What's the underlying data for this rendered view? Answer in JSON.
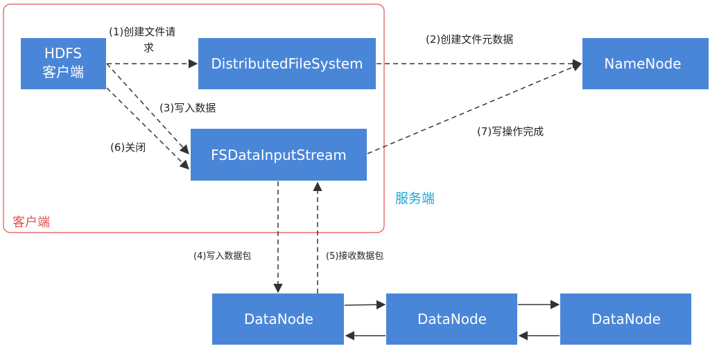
{
  "colors": {
    "node_fill": "#4a86d8",
    "node_text": "#ffffff",
    "client_region": "#e05050",
    "server_label": "#1aa7d6",
    "arrow": "#333333"
  },
  "nodes": {
    "hdfs_client": [
      "HDFS",
      "客户端"
    ],
    "distributed_fs": "DistributedFileSystem",
    "namenode": "NameNode",
    "fs_stream": "FSDataInputStream",
    "datanode_1": "DataNode",
    "datanode_2": "DataNode",
    "datanode_3": "DataNode"
  },
  "regions": {
    "client": "客户端",
    "server": "服务端"
  },
  "steps": {
    "step1": [
      "(1)创建文件请",
      "求"
    ],
    "step2": "(2)创建文件元数据",
    "step3": "(3)写入数据",
    "step4": "(4)写入数据包",
    "step5": "(5)接收数据包",
    "step6": "(6)关闭",
    "step7": "(7)写操作完成"
  }
}
